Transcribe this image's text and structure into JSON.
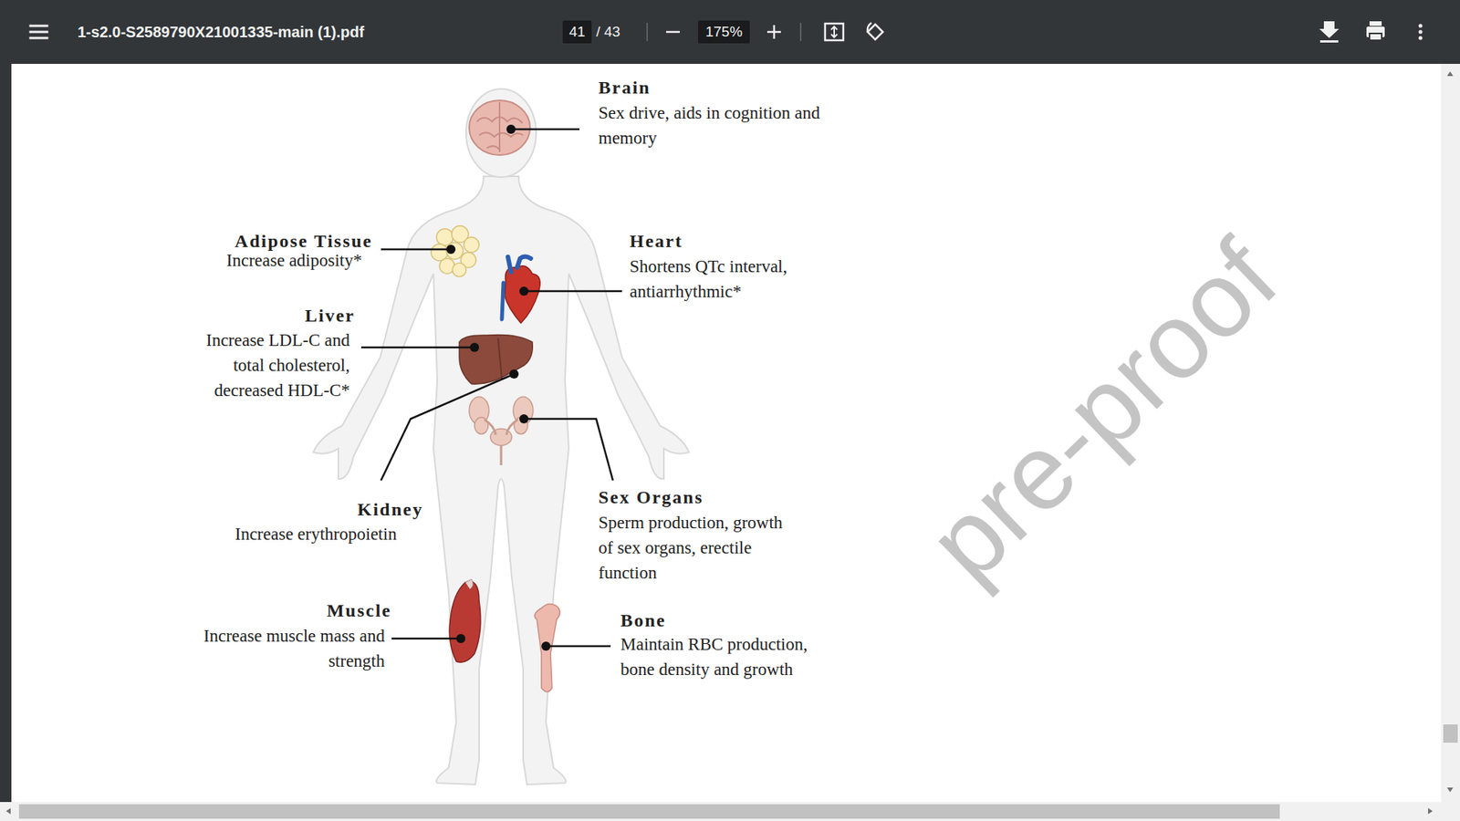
{
  "diagram": {
    "labels": [
      "1-s2.0-S2589790X21001335-main (1).pdf",
      "41",
      "/ 43",
      "175%",
      "Brain",
      "Sex drive, aids in cognition and memory",
      "Adipose Tissue",
      "Increase adiposity*",
      "Heart",
      "Shortens QTc interval, antiarrhythmic*",
      "Liver",
      "Increase LDL-C and total cholesterol, decreased HDL-C*",
      "Kidney",
      "Increase erythropoietin",
      "Sex Organs",
      "Sperm production, growth of sex organs, erectile function",
      "Muscle",
      "Increase muscle mass and strength",
      "Bone",
      "Maintain RBC production, bone density and growth",
      "pre-proof"
    ]
  }
}
